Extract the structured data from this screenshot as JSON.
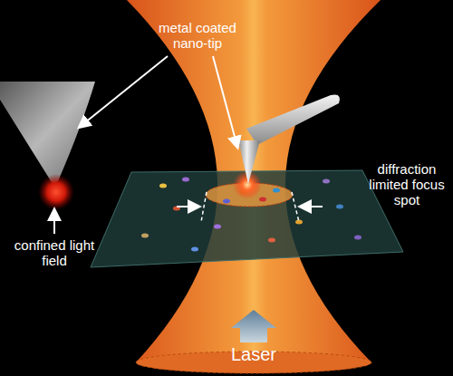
{
  "diagram": {
    "labels": [
      "metal coated nano-tip",
      "confined light field",
      "diffraction limited focus spot",
      "Laser"
    ]
  }
}
